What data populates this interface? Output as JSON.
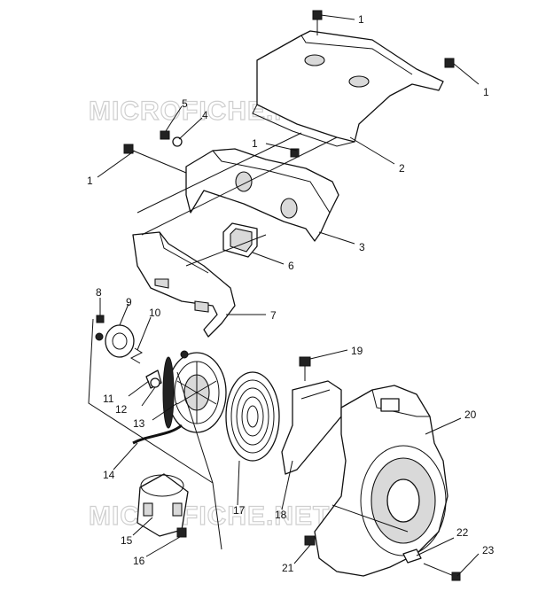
{
  "watermarks": [
    "MICROFICHE.NET",
    "MICROFICHE.NET"
  ],
  "callouts": [
    "1",
    "1",
    "1",
    "1",
    "2",
    "3",
    "4",
    "5",
    "6",
    "7",
    "8",
    "9",
    "10",
    "11",
    "12",
    "13",
    "14",
    "15",
    "16",
    "17",
    "18",
    "19",
    "20",
    "21",
    "22",
    "23"
  ]
}
